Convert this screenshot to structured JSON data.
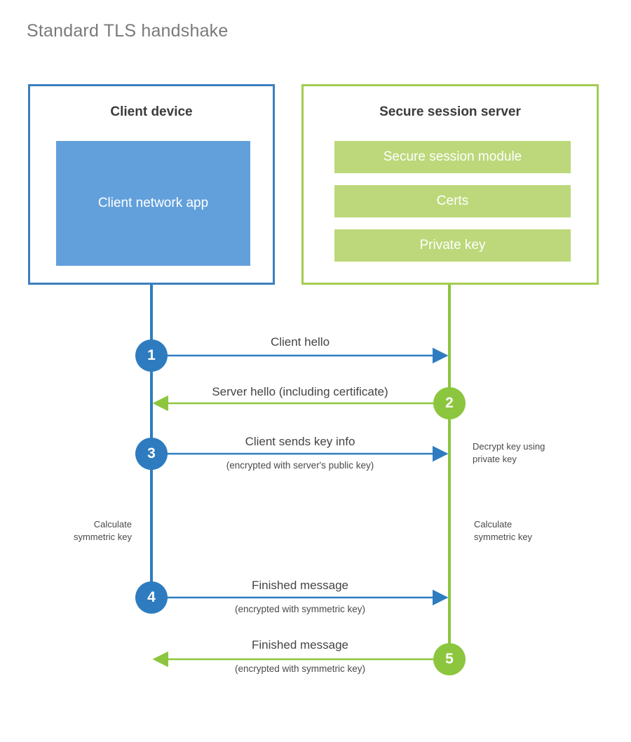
{
  "title": "Standard TLS handshake",
  "colors": {
    "client_border": "#3C7FBF",
    "client_fill": "#62A0DB",
    "client_accent": "#2E7CBF",
    "server_border": "#A4CC52",
    "server_fill": "#BCD87A",
    "server_accent": "#8CC63E",
    "title_text": "#7a7a7a",
    "body_text": "#4a4a4a",
    "background": "#ffffff"
  },
  "client": {
    "title": "Client device",
    "blocks": [
      {
        "label": "Client network app"
      }
    ]
  },
  "server": {
    "title": "Secure session server",
    "blocks": [
      {
        "label": "Secure session module"
      },
      {
        "label": "Certs"
      },
      {
        "label": "Private key"
      }
    ]
  },
  "steps": [
    {
      "number": "1",
      "side": "client",
      "direction": "right",
      "primary": "Client hello",
      "secondary": ""
    },
    {
      "number": "2",
      "side": "server",
      "direction": "left",
      "primary": "Server hello (including certificate)",
      "secondary": ""
    },
    {
      "number": "3",
      "side": "client",
      "direction": "right",
      "primary": "Client sends key info",
      "secondary": "(encrypted with server's public key)"
    },
    {
      "number": "4",
      "side": "client",
      "direction": "right",
      "primary": "Finished message",
      "secondary": "(encrypted with symmetric key)"
    },
    {
      "number": "5",
      "side": "server",
      "direction": "left",
      "primary": "Finished message",
      "secondary": "(encrypted with symmetric key)"
    }
  ],
  "annotations": {
    "decrypt_key": "Decrypt key using\nprivate key",
    "calculate_symmetric_key_client": "Calculate\nsymmetric key",
    "calculate_symmetric_key_server": "Calculate\nsymmetric key"
  }
}
